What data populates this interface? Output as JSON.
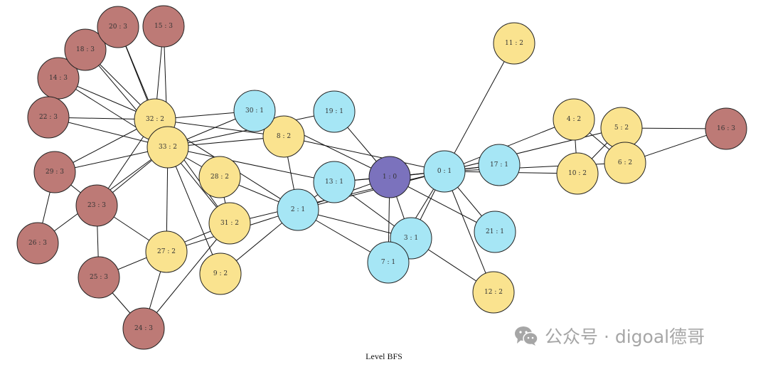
{
  "caption": "Level BFS",
  "watermark": {
    "text": "公众号 · digoal德哥",
    "icon": "wechat-icon"
  },
  "level_colors": {
    "0": "#7b72bd",
    "1": "#a6e6f5",
    "2": "#fae38f",
    "3": "#bd7a76"
  },
  "nodes": [
    {
      "id": 0,
      "level": 1,
      "label": "0 : 1"
    },
    {
      "id": 1,
      "level": 0,
      "label": "1 : 0"
    },
    {
      "id": 2,
      "level": 1,
      "label": "2 : 1"
    },
    {
      "id": 3,
      "level": 1,
      "label": "3 : 1"
    },
    {
      "id": 4,
      "level": 2,
      "label": "4 : 2"
    },
    {
      "id": 5,
      "level": 2,
      "label": "5 : 2"
    },
    {
      "id": 6,
      "level": 2,
      "label": "6 : 2"
    },
    {
      "id": 7,
      "level": 1,
      "label": "7 : 1"
    },
    {
      "id": 8,
      "level": 2,
      "label": "8 : 2"
    },
    {
      "id": 9,
      "level": 2,
      "label": "9 : 2"
    },
    {
      "id": 10,
      "level": 2,
      "label": "10 : 2"
    },
    {
      "id": 11,
      "level": 2,
      "label": "11 : 2"
    },
    {
      "id": 12,
      "level": 2,
      "label": "12 : 2"
    },
    {
      "id": 13,
      "level": 1,
      "label": "13 : 1"
    },
    {
      "id": 14,
      "level": 3,
      "label": "14 : 3"
    },
    {
      "id": 15,
      "level": 3,
      "label": "15 : 3"
    },
    {
      "id": 16,
      "level": 3,
      "label": "16 : 3"
    },
    {
      "id": 17,
      "level": 1,
      "label": "17 : 1"
    },
    {
      "id": 18,
      "level": 3,
      "label": "18 : 3"
    },
    {
      "id": 19,
      "level": 1,
      "label": "19 : 1"
    },
    {
      "id": 20,
      "level": 3,
      "label": "20 : 3"
    },
    {
      "id": 21,
      "level": 1,
      "label": "21 : 1"
    },
    {
      "id": 22,
      "level": 3,
      "label": "22 : 3"
    },
    {
      "id": 23,
      "level": 3,
      "label": "23 : 3"
    },
    {
      "id": 24,
      "level": 3,
      "label": "24 : 3"
    },
    {
      "id": 25,
      "level": 3,
      "label": "25 : 3"
    },
    {
      "id": 26,
      "level": 3,
      "label": "26 : 3"
    },
    {
      "id": 27,
      "level": 2,
      "label": "27 : 2"
    },
    {
      "id": 28,
      "level": 2,
      "label": "28 : 2"
    },
    {
      "id": 29,
      "level": 3,
      "label": "29 : 3"
    },
    {
      "id": 30,
      "level": 1,
      "label": "30 : 1"
    },
    {
      "id": 31,
      "level": 2,
      "label": "31 : 2"
    },
    {
      "id": 32,
      "level": 2,
      "label": "32 : 2"
    },
    {
      "id": 33,
      "level": 2,
      "label": "33 : 2"
    }
  ],
  "edges": [
    [
      1,
      0
    ],
    [
      1,
      2
    ],
    [
      1,
      3
    ],
    [
      1,
      7
    ],
    [
      1,
      13
    ],
    [
      1,
      17
    ],
    [
      1,
      19
    ],
    [
      1,
      21
    ],
    [
      1,
      30
    ],
    [
      0,
      2
    ],
    [
      0,
      3
    ],
    [
      0,
      7
    ],
    [
      0,
      13
    ],
    [
      0,
      17
    ],
    [
      0,
      21
    ],
    [
      0,
      4
    ],
    [
      0,
      5
    ],
    [
      0,
      6
    ],
    [
      0,
      10
    ],
    [
      0,
      11
    ],
    [
      0,
      12
    ],
    [
      0,
      8
    ],
    [
      0,
      31
    ],
    [
      2,
      3
    ],
    [
      2,
      7
    ],
    [
      2,
      13
    ],
    [
      2,
      8
    ],
    [
      2,
      9
    ],
    [
      2,
      27
    ],
    [
      2,
      28
    ],
    [
      2,
      32
    ],
    [
      3,
      7
    ],
    [
      3,
      12
    ],
    [
      3,
      13
    ],
    [
      4,
      6
    ],
    [
      4,
      10
    ],
    [
      5,
      6
    ],
    [
      5,
      10
    ],
    [
      5,
      16
    ],
    [
      6,
      16
    ],
    [
      8,
      30
    ],
    [
      8,
      32
    ],
    [
      8,
      33
    ],
    [
      9,
      33
    ],
    [
      13,
      33
    ],
    [
      19,
      33
    ],
    [
      30,
      32
    ],
    [
      30,
      33
    ],
    [
      31,
      32
    ],
    [
      31,
      33
    ],
    [
      31,
      25
    ],
    [
      31,
      24
    ],
    [
      27,
      33
    ],
    [
      27,
      23
    ],
    [
      27,
      24
    ],
    [
      28,
      31
    ],
    [
      28,
      33
    ],
    [
      14,
      32
    ],
    [
      14,
      33
    ],
    [
      15,
      32
    ],
    [
      15,
      33
    ],
    [
      18,
      32
    ],
    [
      18,
      33
    ],
    [
      20,
      32
    ],
    [
      20,
      33
    ],
    [
      22,
      32
    ],
    [
      22,
      33
    ],
    [
      23,
      32
    ],
    [
      23,
      33
    ],
    [
      23,
      25
    ],
    [
      23,
      29
    ],
    [
      25,
      24
    ],
    [
      26,
      29
    ],
    [
      26,
      33
    ],
    [
      29,
      32
    ],
    [
      29,
      33
    ],
    [
      32,
      33
    ]
  ]
}
